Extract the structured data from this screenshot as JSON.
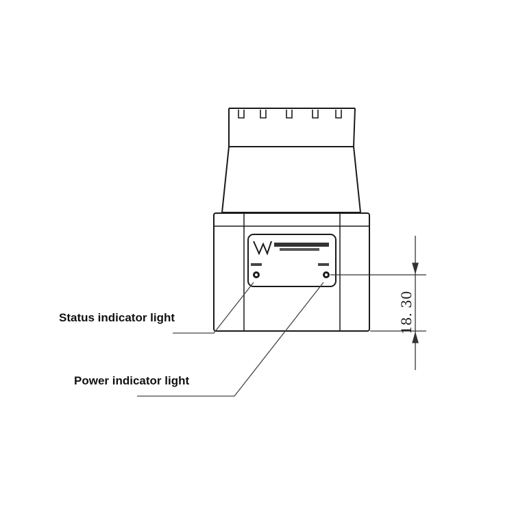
{
  "callouts": {
    "status": "Status indicator light",
    "power": "Power indicator light"
  },
  "dimension": {
    "value": "18. 30"
  },
  "panel": {
    "logo_mark": "W",
    "brand_text": "",
    "status_led_caption": "",
    "power_led_caption": ""
  },
  "colors": {
    "stroke": "#1a1a1a",
    "background": "#ffffff"
  }
}
